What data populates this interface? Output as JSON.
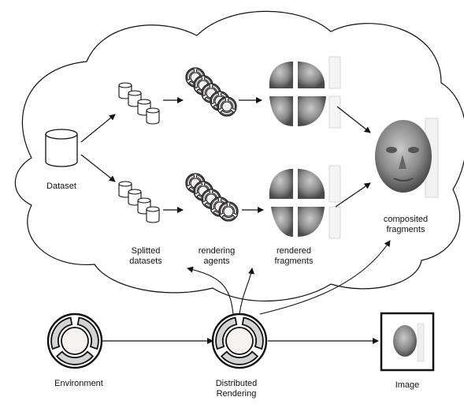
{
  "labels": {
    "dataset": "Dataset",
    "splitted_datasets": "Splitted\ndatasets",
    "rendering_agents": "rendering\nagents",
    "rendered_fragments": "rendered\nfragments",
    "composited_fragments": "composited\nfragments",
    "environment": "Environment",
    "distributed_rendering": "Distributed\nRendering",
    "image": "Image"
  },
  "colors": {
    "stroke": "#111111",
    "ring_fill": "#d4d4d4",
    "center_fill": "#f7f2f2",
    "face_fill": "#8a8a8a"
  }
}
